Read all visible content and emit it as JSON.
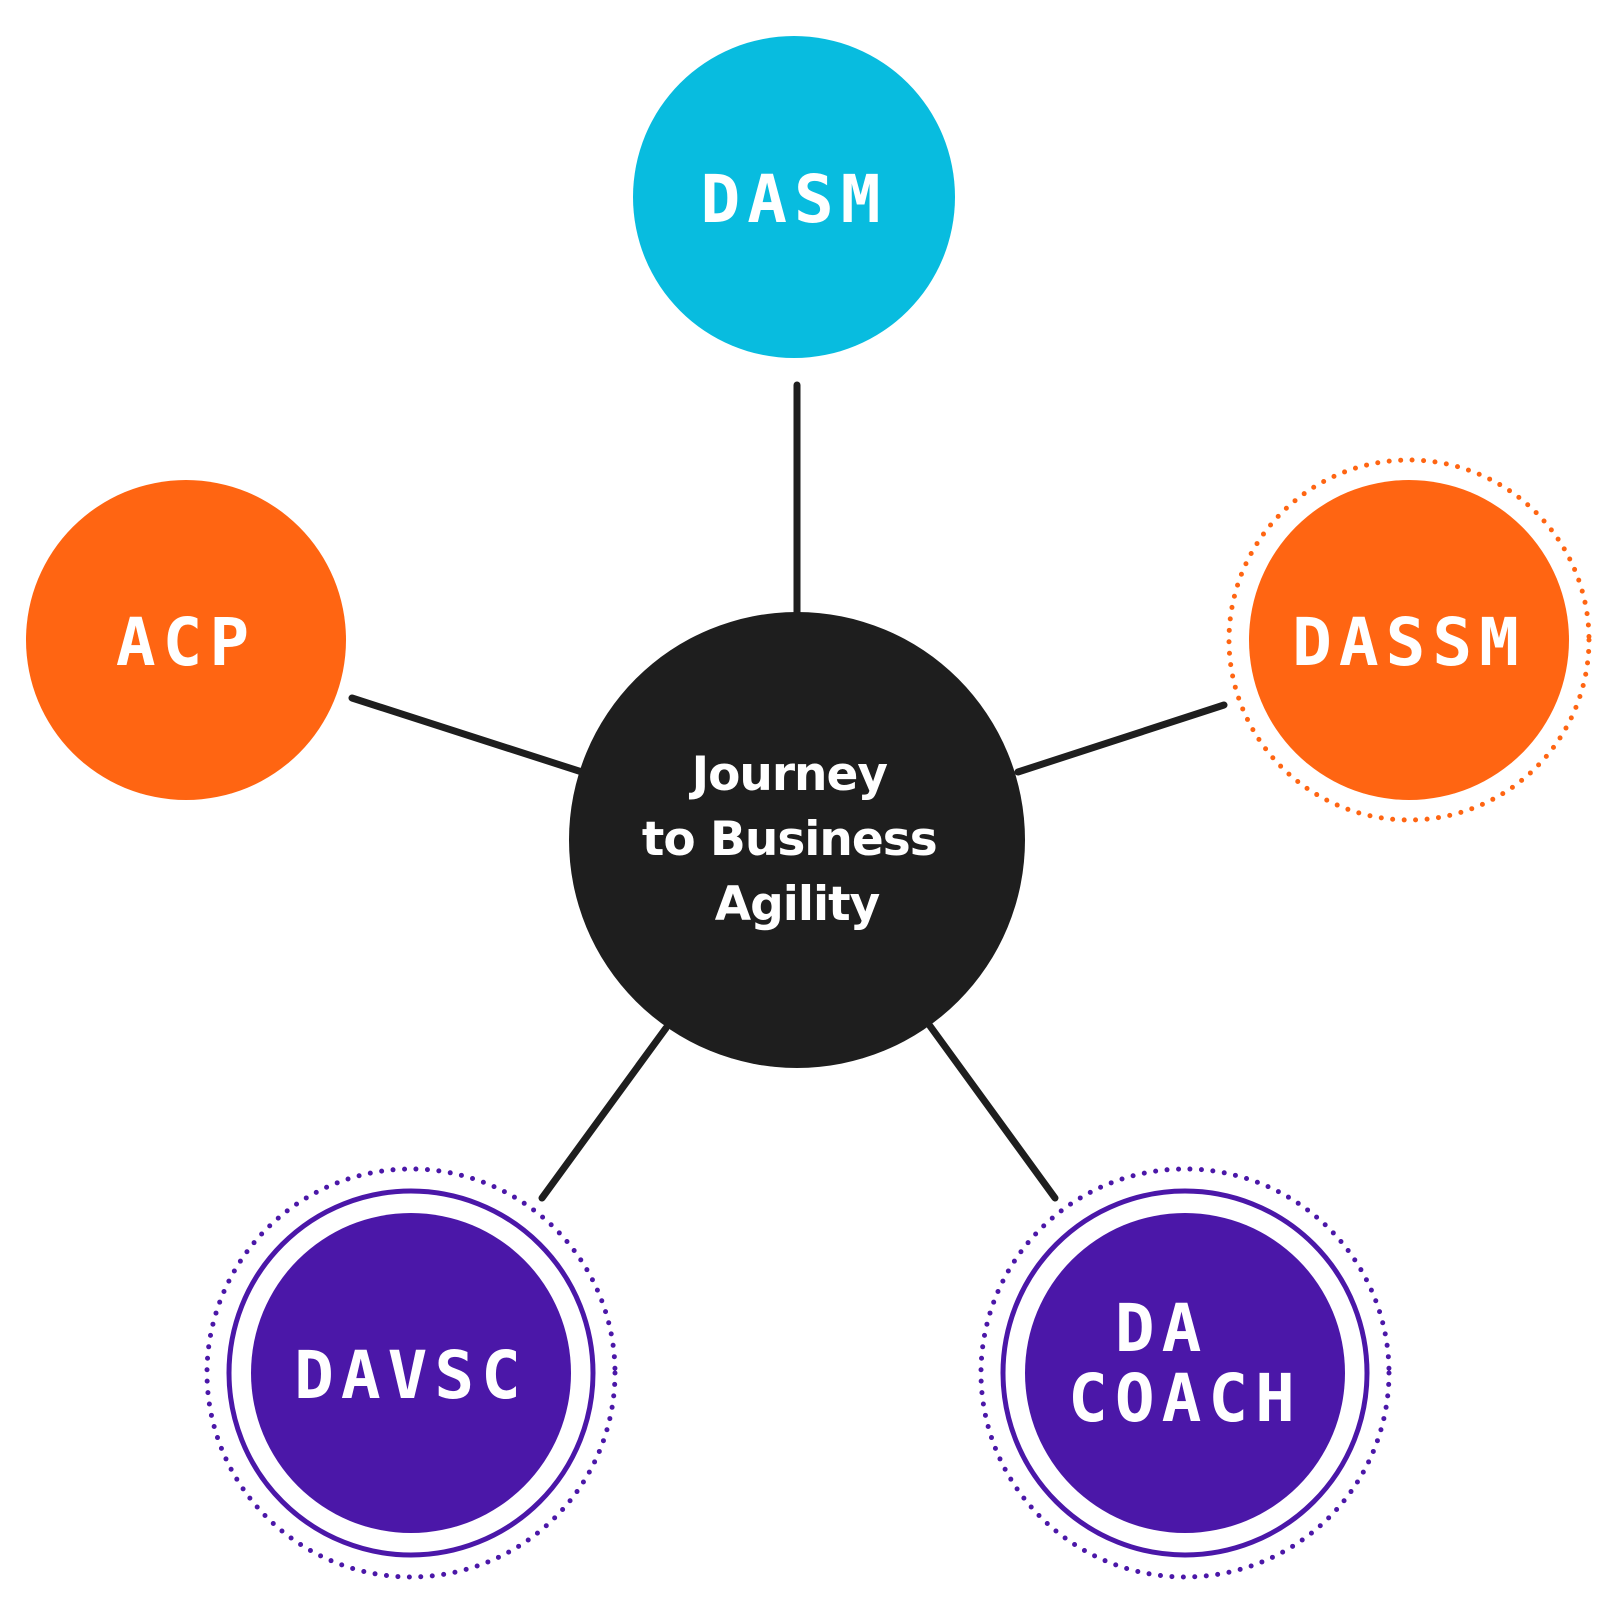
{
  "diagram": {
    "center": {
      "lines": [
        "Journey",
        "to Business",
        "Agility"
      ],
      "color": "#1e1e1e"
    },
    "nodes": {
      "dasm": {
        "lines": [
          "DASM"
        ],
        "color": "#08bcdf"
      },
      "acp": {
        "lines": [
          "ACP"
        ],
        "color": "#ff6512"
      },
      "dassm": {
        "lines": [
          "DASSM"
        ],
        "color": "#ff6512"
      },
      "davsc": {
        "lines": [
          "DAVSC"
        ],
        "color": "#4b17a8"
      },
      "da_coach": {
        "lines": [
          "DA",
          "COACH"
        ],
        "color": "#4b17a8"
      }
    }
  }
}
